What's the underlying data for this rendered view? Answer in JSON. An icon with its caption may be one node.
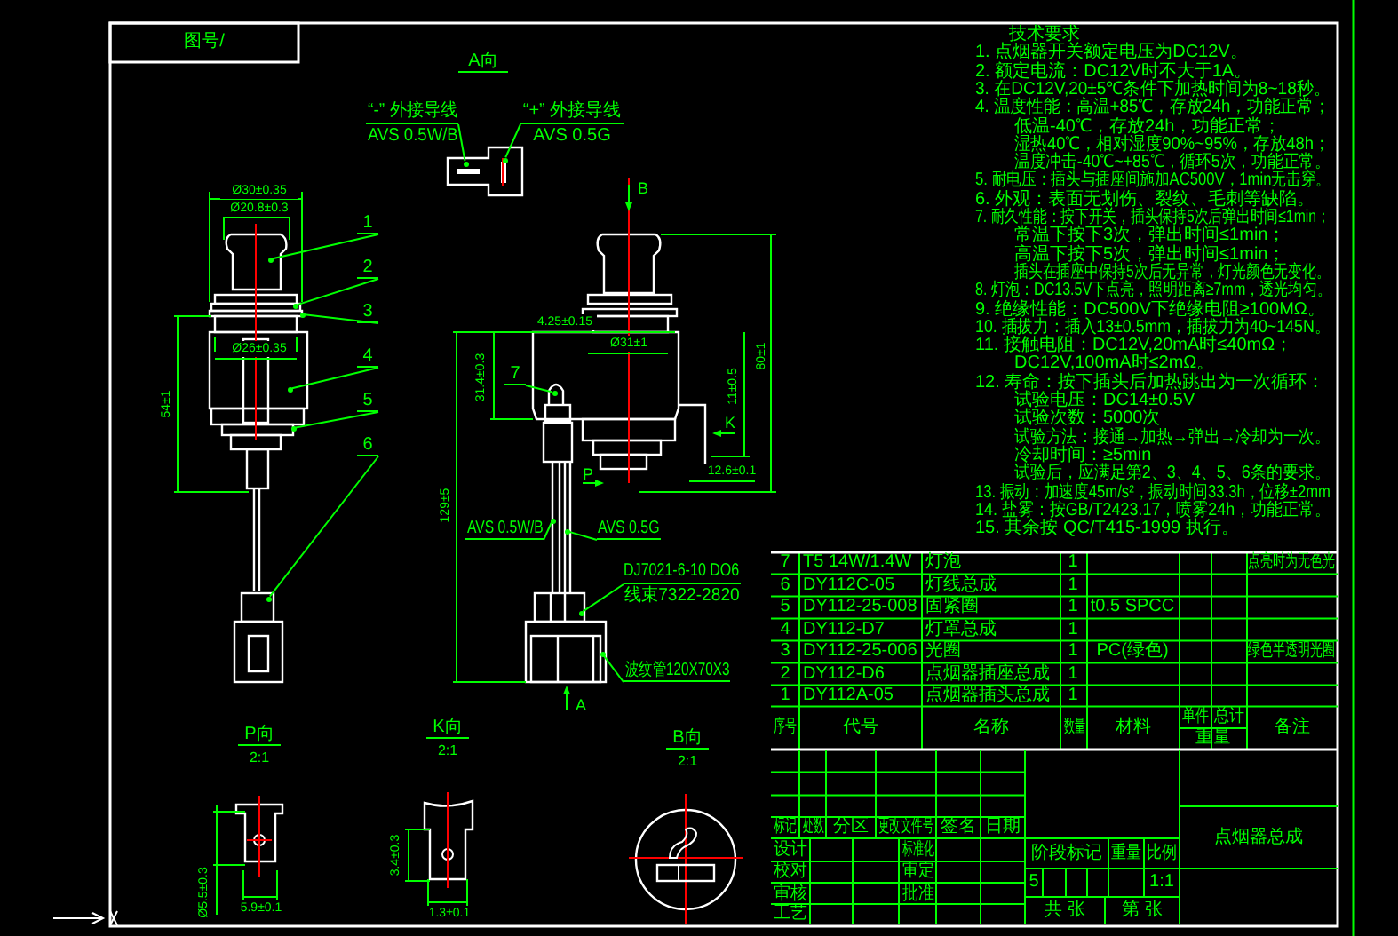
{
  "diagram": {
    "nodes": [
      {
        "text": [
          "1"
        ]
      },
      {
        "text": [
          "2"
        ]
      },
      {
        "text": [
          "3"
        ]
      },
      {
        "text": [
          "4"
        ]
      },
      {
        "text": [
          "5"
        ]
      },
      {
        "text": [
          "6"
        ]
      },
      {
        "text": [
          "7"
        ]
      },
      {
        "text": [
          "“-” 外接导线",
          "AVS 0.5W/B"
        ]
      },
      {
        "text": [
          "“+” 外接导线",
          "AVS 0.5G"
        ]
      },
      {
        "text": [
          "AVS 0.5W/B"
        ]
      },
      {
        "text": [
          "AVS 0.5G"
        ]
      },
      {
        "text": [
          "DJ7021-6-10 DO6",
          "线束7322-2820"
        ]
      },
      {
        "text": [
          "波纹管120X70X3"
        ]
      },
      {
        "text": [],
        "shape": "circle"
      },
      {
        "text": [],
        "shape": "circle"
      },
      {
        "text": [],
        "shape": "circle"
      },
      {
        "text": [],
        "shape": "circle"
      },
      {
        "text": [],
        "shape": "circle"
      },
      {
        "text": [],
        "shape": "circle"
      },
      {
        "text": [],
        "shape": "circle"
      },
      {
        "text": [],
        "shape": "circle"
      },
      {
        "text": [],
        "shape": "circle"
      },
      {
        "text": [],
        "shape": "circle"
      },
      {
        "text": [],
        "shape": "circle"
      },
      {
        "text": [],
        "shape": "circle"
      },
      {
        "text": [],
        "shape": "circle"
      }
    ],
    "edges": [
      {
        "from": 0,
        "to": 13,
        "arrow": "none"
      },
      {
        "from": 1,
        "to": 14,
        "arrow": "none"
      },
      {
        "from": 2,
        "to": 15,
        "arrow": "none"
      },
      {
        "from": 3,
        "to": 16,
        "arrow": "none"
      },
      {
        "from": 4,
        "to": 17,
        "arrow": "none"
      },
      {
        "from": 5,
        "to": 18,
        "arrow": "none"
      },
      {
        "from": 6,
        "to": 19,
        "arrow": "none"
      },
      {
        "from": 7,
        "to": 20,
        "arrow": "none"
      },
      {
        "from": 8,
        "to": 21,
        "arrow": "none"
      },
      {
        "from": 9,
        "to": 22,
        "arrow": "none"
      },
      {
        "from": 10,
        "to": 23,
        "arrow": "none"
      },
      {
        "from": 11,
        "to": 24,
        "arrow": "none"
      },
      {
        "from": 12,
        "to": 25,
        "arrow": "none"
      }
    ],
    "labels": [
      "图号/",
      "A向",
      "Ø30±0.35",
      "B",
      "Ø20.8±0.3",
      "Ø26±0.35",
      "54±1",
      "4.25±0.15",
      "Ø31±1",
      "31.4±0.3",
      "11±0.5",
      "80±1",
      "K",
      "P",
      "12.6±0.1",
      "129±5",
      "A",
      "P向",
      "2:1",
      "K向",
      "2:1",
      "B向",
      "2:1",
      "Ø5.5±0.3",
      "5.9±0.1",
      "3.4±0.3",
      "1.3±0.1",
      "技术要求",
      "1. 点烟器开关额定电压为DC12V。",
      "2. 额定电流：DC12V时不大于1A。",
      "3. 在DC12V,20±5℃条件下加热时间为8~18秒。",
      "4. 温度性能：高温+85℃，存放24h，功能正常；",
      "低温-40℃，存放24h，功能正常；",
      "湿热40℃，相对湿度90%~95%，存放48h；",
      "温度冲击-40℃~+85℃，循环5次，功能正常。",
      "5. 耐电压：插头与插座间施加AC500V，1min无击穿。",
      "6. 外观：表面无划伤、裂纹、毛刺等缺陷。",
      "7. 耐久性能：按下开关，插头保持5次后弹出时间≤1min；",
      "常温下按下3次，弹出时间≤1min；",
      "高温下按下5次，弹出时间≤1min；",
      "插头在插座中保持5次后无异常，灯光颜色无变化。",
      "8. 灯泡：DC13.5V下点亮，照明距离≥7mm，透光均匀。",
      "9. 绝缘性能：DC500V下绝缘电阻≥100MΩ。",
      "10. 插拔力：插入13±0.5mm，插拔力为40~145N。",
      "11. 接触电阻：DC12V,20mA时≤40mΩ；",
      "DC12V,100mA时≤2mΩ。",
      "12. 寿命：按下插头后加热跳出为一次循环：",
      "试验电压：DC14±0.5V",
      "试验次数：5000次",
      "试验方法：接通→加热→弹出→冷却为一次。",
      "冷却时间：≥5min",
      "试验后，应满足第2、3、4、5、6条的要求。",
      "13. 振动：加速度45m/s²，振动时间33.3h，位移±2mm",
      "14. 盐雾：按GB/T2423.17，喷雾24h，功能正常。",
      "15. 其余按 QC/T415-1999 执行。",
      "7",
      "T5 14W/1.4W",
      "灯泡",
      "1",
      "点亮时为无色光",
      "6",
      "DY112C-05",
      "灯线总成",
      "1",
      "5",
      "DY112-25-008",
      "固紧圈",
      "1",
      "t0.5 SPCC",
      "4",
      "DY112-D7",
      "灯罩总成",
      "1",
      "3",
      "DY112-25-006",
      "光圈",
      "1",
      "PC(绿色)",
      "绿色半透明光圈",
      "2",
      "DY112-D6",
      "点烟器插座总成",
      "1",
      "1",
      "DY112A-05",
      "点烟器插头总成",
      "1",
      "序号",
      "代号",
      "名称",
      "数量",
      "材料",
      "单件",
      "总计",
      "重量",
      "备注",
      "标记",
      "处数",
      "分区",
      "更改文件号",
      "签名",
      "日期",
      "设计",
      "标准化",
      "校对",
      "审定",
      "审核",
      "批准",
      "工艺",
      "阶段标记",
      "重量",
      "比例",
      "5",
      "1:1",
      "共 张",
      "第 张",
      "点烟器总成"
    ]
  }
}
